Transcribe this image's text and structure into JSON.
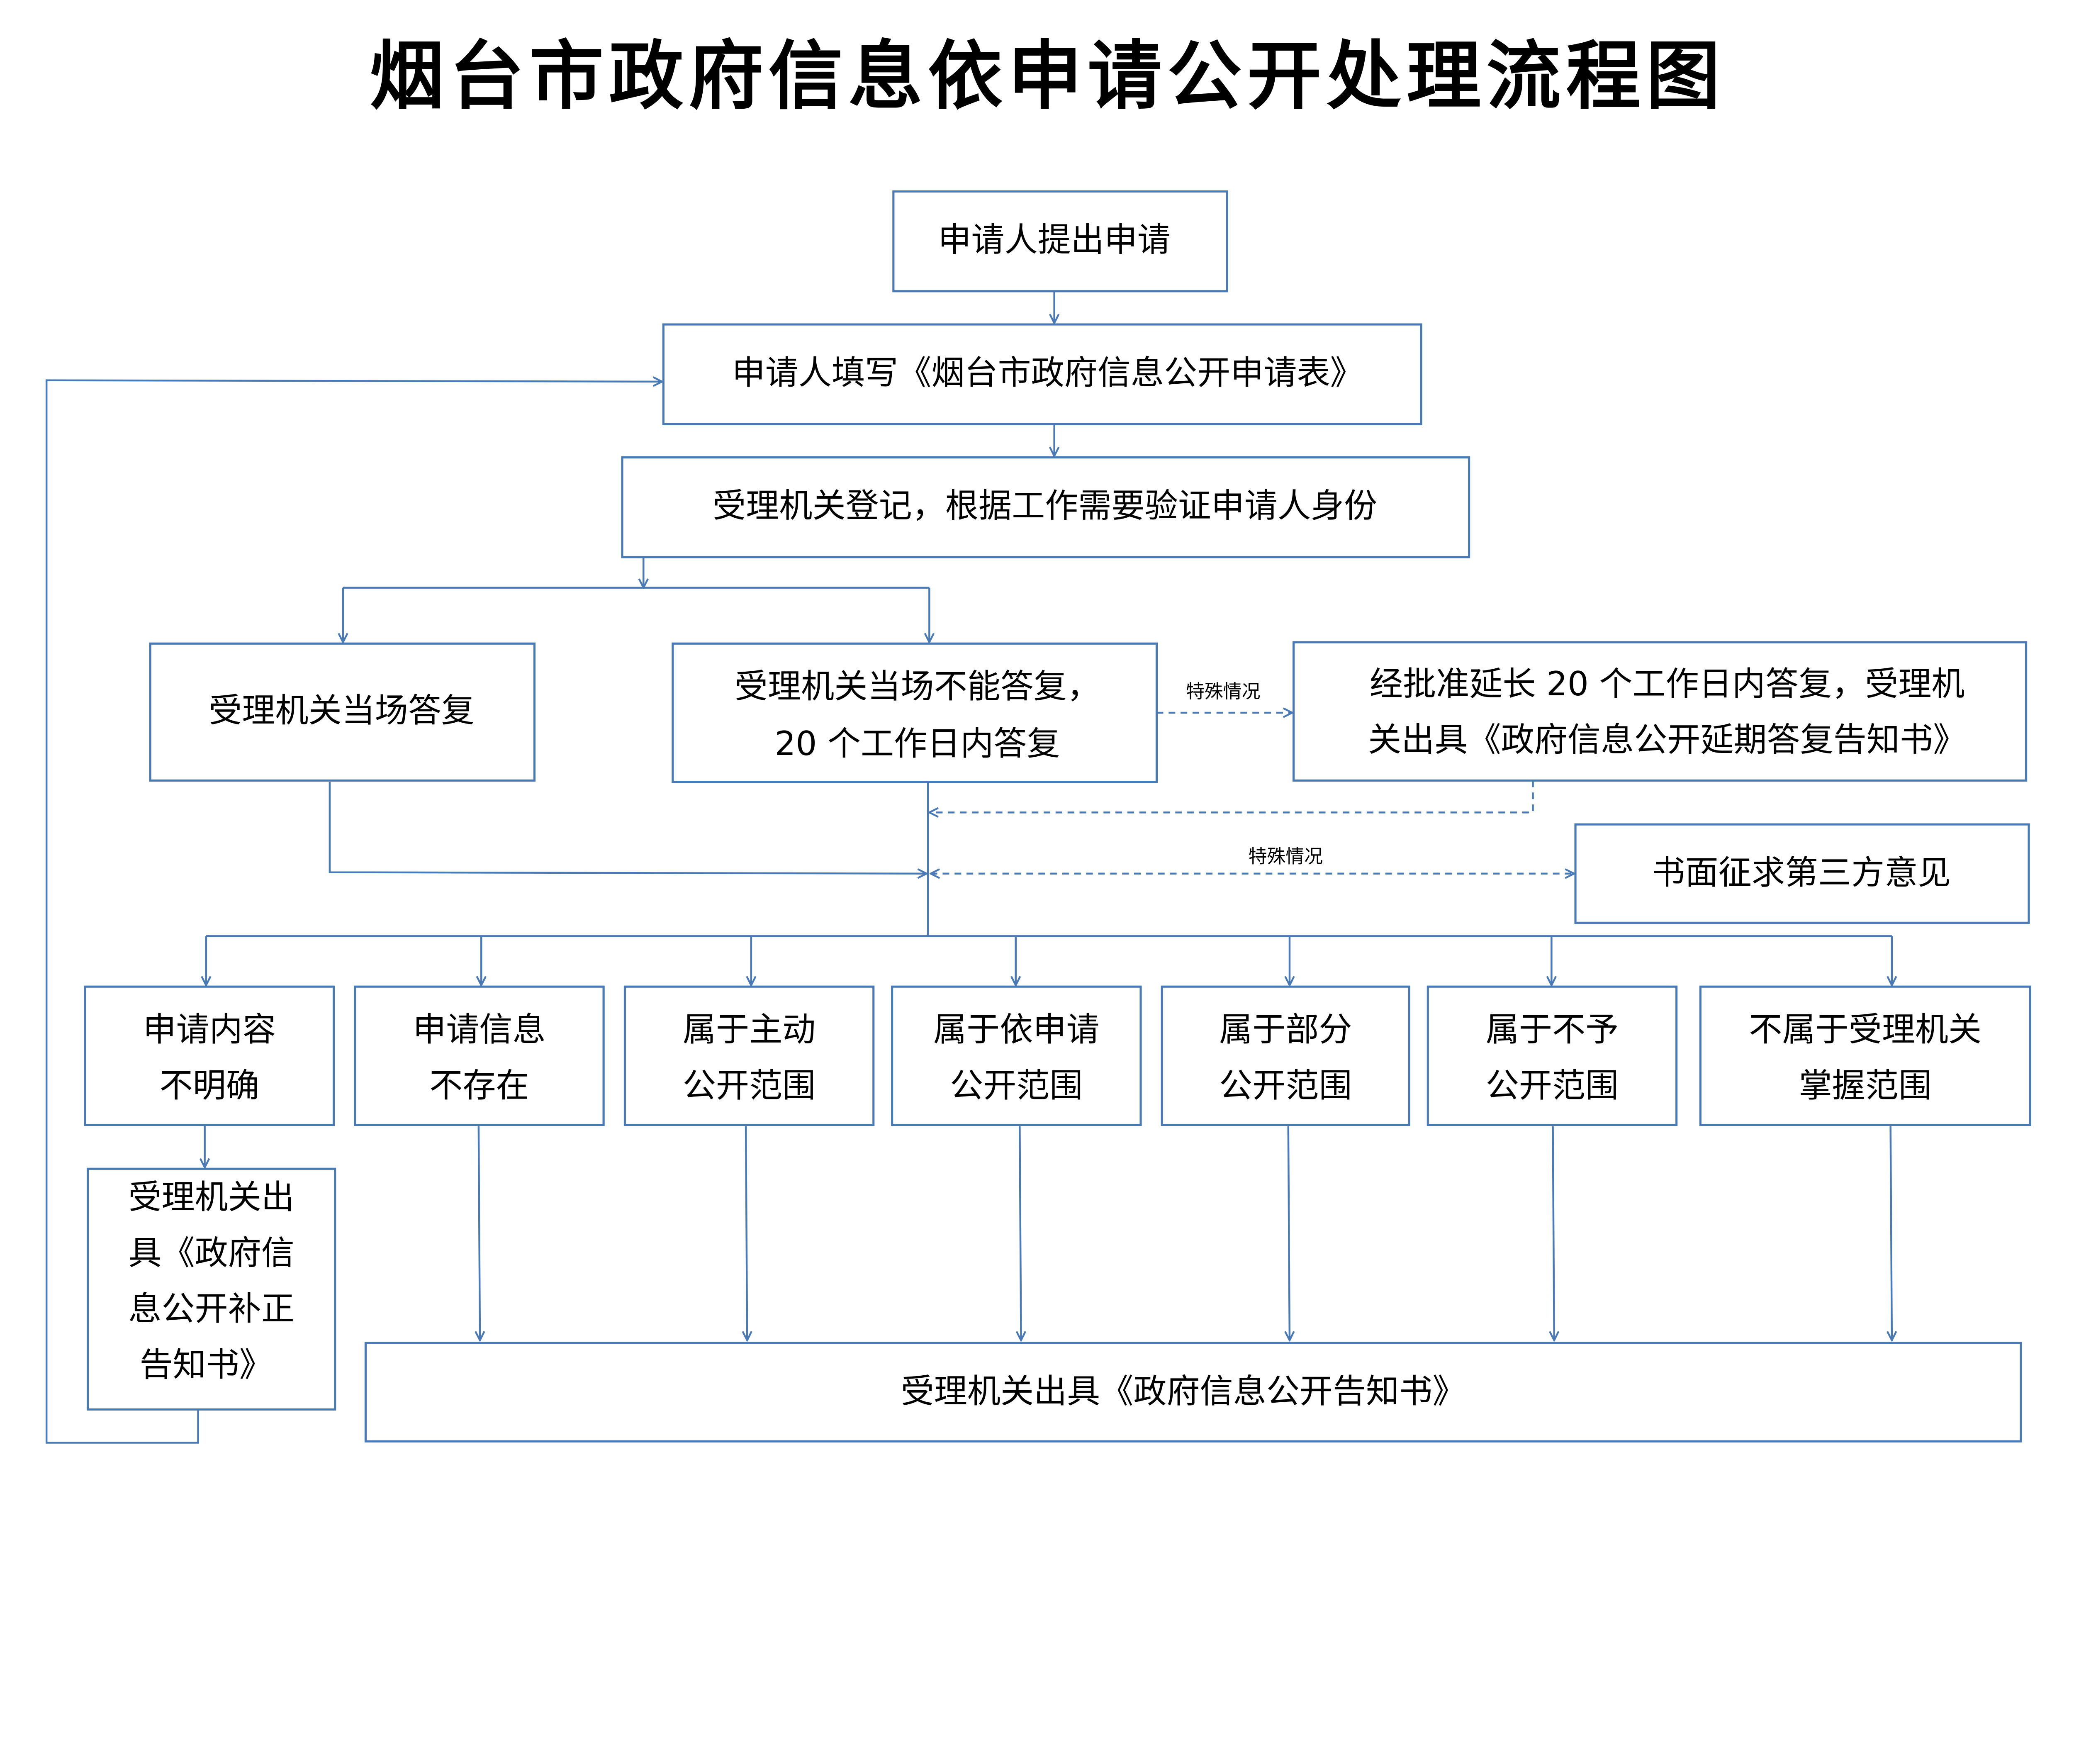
{
  "title": "烟台市政府信息依申请公开处理流程图",
  "colors": {
    "line": "#4a7ab5",
    "text": "#000000",
    "background": "#ffffff"
  },
  "steps": {
    "apply": "申请人提出申请",
    "fill_form": "申请人填写《烟台市政府信息公开申请表》",
    "register": "受理机关登记，根据工作需要验证申请人身份",
    "reply_on_spot": "受理机关当场答复",
    "reply_20days": [
      "受理机关当场不能答复，",
      "20 个工作日内答复"
    ],
    "extend": [
      "经批准延长 20 个工作日内答复，受理机",
      "关出具《政府信息公开延期答复告知书》"
    ],
    "third_party": "书面征求第三方意见",
    "special_label_1": "特殊情况",
    "special_label_2": "特殊情况",
    "categories": [
      [
        "申请内容",
        "不明确"
      ],
      [
        "申请信息",
        "不存在"
      ],
      [
        "属于主动",
        "公开范围"
      ],
      [
        "属于依申请",
        "公开范围"
      ],
      [
        "属于部分",
        "公开范围"
      ],
      [
        "属于不予",
        "公开范围"
      ],
      [
        "不属于受理机关",
        "掌握范围"
      ]
    ],
    "supplement_notice": [
      "受理机关出",
      "具《政府信",
      "息公开补正",
      "告知书》"
    ],
    "final_notice": "受理机关出具《政府信息公开告知书》"
  }
}
